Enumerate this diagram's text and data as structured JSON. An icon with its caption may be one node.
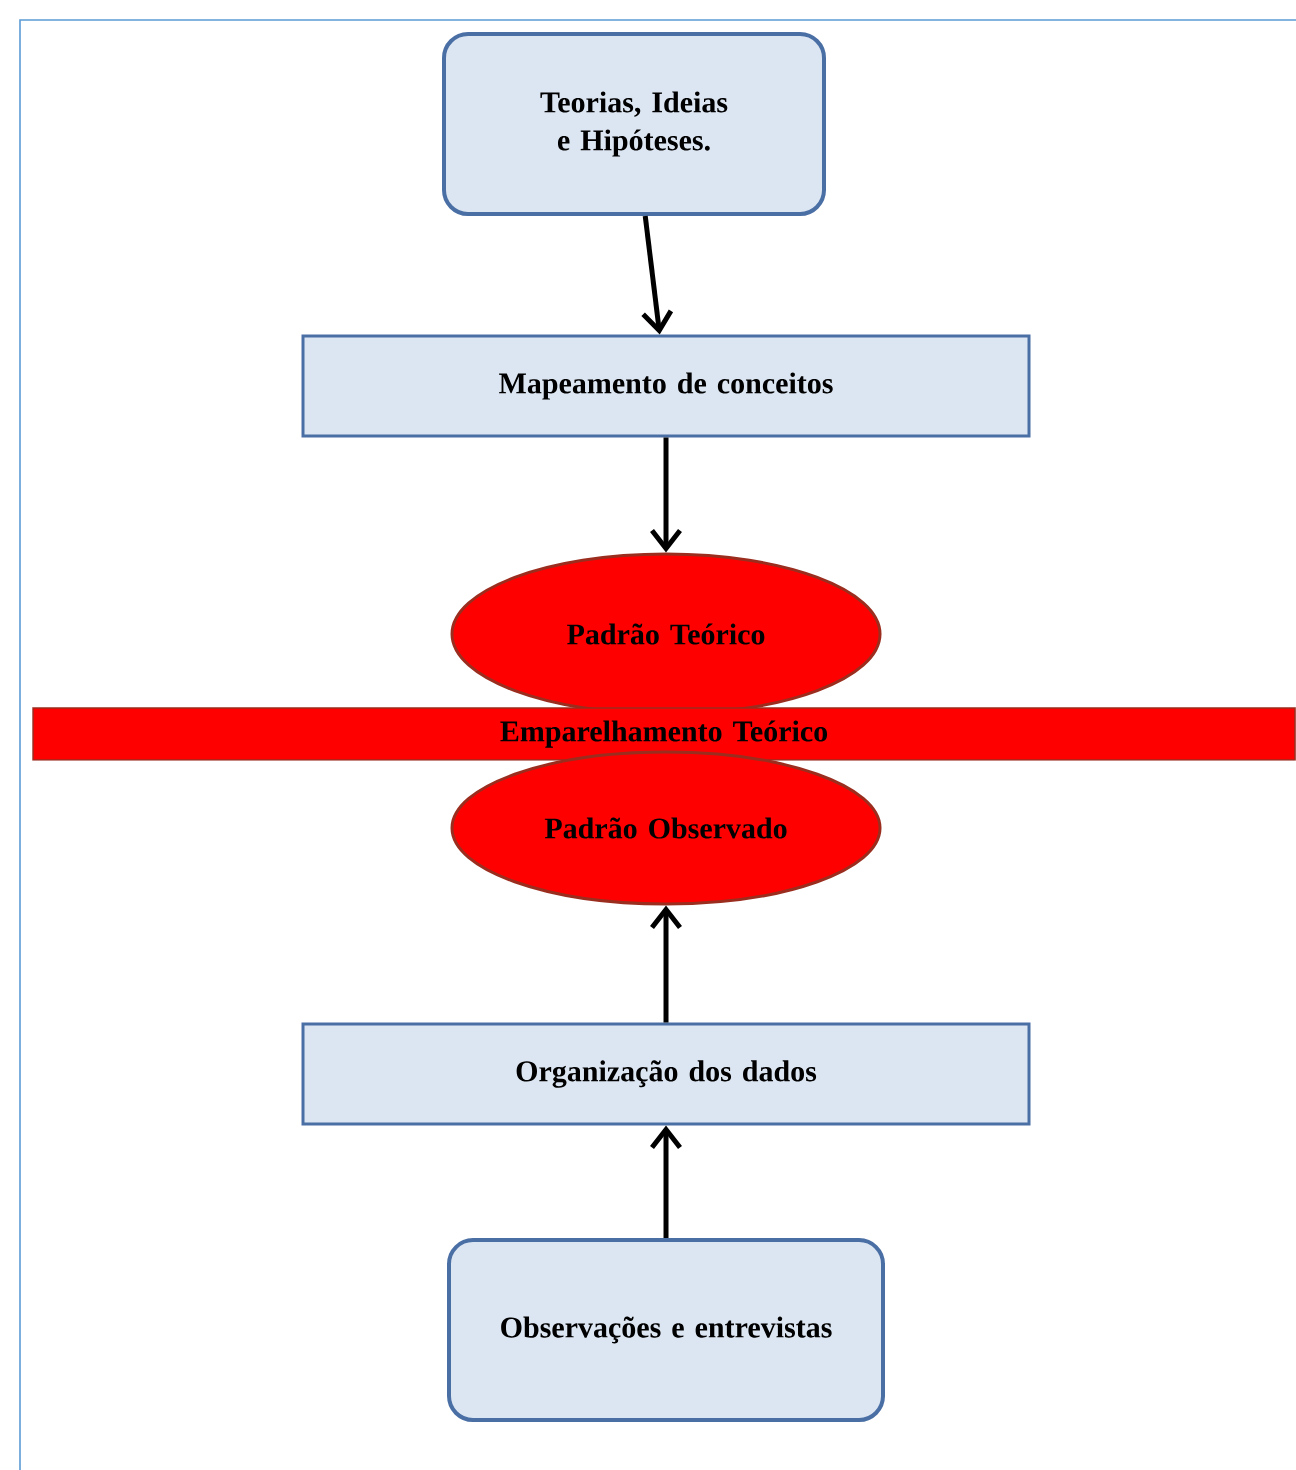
{
  "diagram": {
    "nodes": [
      {
        "text": [
          "Teorias, Ideias e Hipóteses."
        ]
      },
      {
        "text": [
          "Mapeamento de conceitos"
        ]
      },
      {
        "text": [
          "Padrão Teórico"
        ]
      },
      {
        "text": [
          "Emparelhamento Teórico"
        ]
      },
      {
        "text": [
          "Padrão Observado"
        ]
      },
      {
        "text": [
          "Organização dos dados"
        ]
      },
      {
        "text": [
          "Observações e entrevistas"
        ]
      }
    ],
    "edges": [
      {
        "from": 0,
        "to": 1,
        "arrow": "to"
      },
      {
        "from": 1,
        "to": 2,
        "arrow": "to"
      },
      {
        "from": 5,
        "to": 4,
        "arrow": "to"
      },
      {
        "from": 6,
        "to": 5,
        "arrow": "to"
      }
    ]
  }
}
